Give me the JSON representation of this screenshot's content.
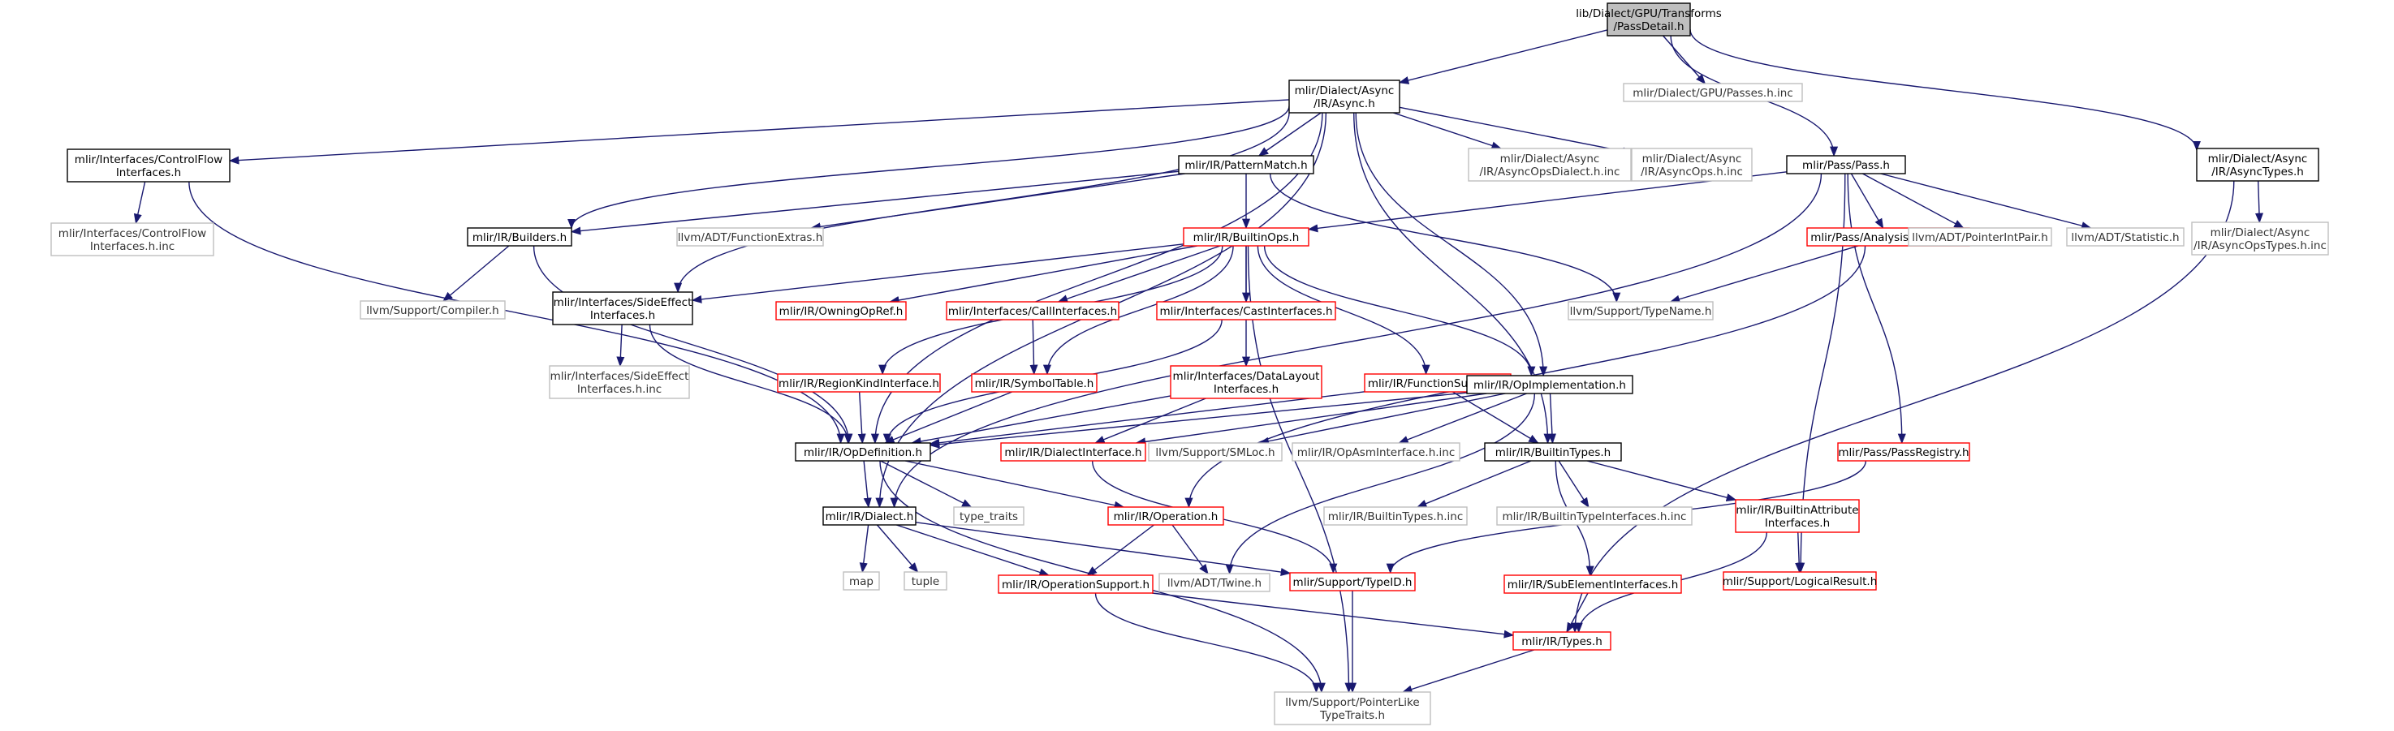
{
  "colors": {
    "black_border": "#000000",
    "gray_border": "#bfbfbf",
    "red_border": "#ff0000",
    "root_fill": "#bfbfbf",
    "edge": "#191970",
    "text_dark": "#000000",
    "text_gray": "#333333"
  },
  "nodes": [
    {
      "id": "root",
      "style": "root",
      "lines": [
        "lib/Dialect/GPU/Transforms",
        "/PassDetail.h"
      ]
    },
    {
      "id": "async",
      "style": "black",
      "lines": [
        "mlir/Dialect/Async",
        "/IR/Async.h"
      ]
    },
    {
      "id": "gpupasses",
      "style": "gray",
      "lines": [
        "mlir/Dialect/GPU/Passes.h.inc"
      ]
    },
    {
      "id": "cflow",
      "style": "black",
      "lines": [
        "mlir/Interfaces/ControlFlow",
        "Interfaces.h"
      ]
    },
    {
      "id": "cflowinc",
      "style": "gray",
      "lines": [
        "mlir/Interfaces/ControlFlow",
        "Interfaces.h.inc"
      ]
    },
    {
      "id": "patternmatch",
      "style": "black",
      "lines": [
        "mlir/IR/PatternMatch.h"
      ]
    },
    {
      "id": "asyncdialectinc",
      "style": "gray",
      "lines": [
        "mlir/Dialect/Async",
        "/IR/AsyncOpsDialect.h.inc"
      ]
    },
    {
      "id": "asyncopsinc",
      "style": "gray",
      "lines": [
        "mlir/Dialect/Async",
        "/IR/AsyncOps.h.inc"
      ]
    },
    {
      "id": "pass",
      "style": "black",
      "lines": [
        "mlir/Pass/Pass.h"
      ]
    },
    {
      "id": "asynctypes",
      "style": "black",
      "lines": [
        "mlir/Dialect/Async",
        "/IR/AsyncTypes.h"
      ]
    },
    {
      "id": "builders",
      "style": "black",
      "lines": [
        "mlir/IR/Builders.h"
      ]
    },
    {
      "id": "funcextras",
      "style": "gray",
      "lines": [
        "llvm/ADT/FunctionExtras.h"
      ]
    },
    {
      "id": "builtinops",
      "style": "red",
      "lines": [
        "mlir/IR/BuiltinOps.h"
      ]
    },
    {
      "id": "analysismgr",
      "style": "red",
      "lines": [
        "mlir/Pass/AnalysisManager.h"
      ]
    },
    {
      "id": "pointerintpair",
      "style": "gray",
      "lines": [
        "llvm/ADT/PointerIntPair.h"
      ]
    },
    {
      "id": "statistic",
      "style": "gray",
      "lines": [
        "llvm/ADT/Statistic.h"
      ]
    },
    {
      "id": "asyncopstypesinc",
      "style": "gray",
      "lines": [
        "mlir/Dialect/Async",
        "/IR/AsyncOpsTypes.h.inc"
      ]
    },
    {
      "id": "compiler",
      "style": "gray",
      "lines": [
        "llvm/Support/Compiler.h"
      ]
    },
    {
      "id": "sideeffect",
      "style": "black",
      "lines": [
        "mlir/Interfaces/SideEffect",
        "Interfaces.h"
      ]
    },
    {
      "id": "owningopref",
      "style": "red",
      "lines": [
        "mlir/IR/OwningOpRef.h"
      ]
    },
    {
      "id": "callinterfaces",
      "style": "red",
      "lines": [
        "mlir/Interfaces/CallInterfaces.h"
      ]
    },
    {
      "id": "castinterfaces",
      "style": "red",
      "lines": [
        "mlir/Interfaces/CastInterfaces.h"
      ]
    },
    {
      "id": "typename",
      "style": "gray",
      "lines": [
        "llvm/Support/TypeName.h"
      ]
    },
    {
      "id": "sideeffectinc",
      "style": "gray",
      "lines": [
        "mlir/Interfaces/SideEffect",
        "Interfaces.h.inc"
      ]
    },
    {
      "id": "regionkind",
      "style": "red",
      "lines": [
        "mlir/IR/RegionKindInterface.h"
      ]
    },
    {
      "id": "symboltable",
      "style": "red",
      "lines": [
        "mlir/IR/SymbolTable.h"
      ]
    },
    {
      "id": "datalayout",
      "style": "red",
      "lines": [
        "mlir/Interfaces/DataLayout",
        "Interfaces.h"
      ]
    },
    {
      "id": "funcsupport",
      "style": "red",
      "lines": [
        "mlir/IR/FunctionSupport.h"
      ]
    },
    {
      "id": "opimpl",
      "style": "black",
      "lines": [
        "mlir/IR/OpImplementation.h"
      ]
    },
    {
      "id": "opdef",
      "style": "black",
      "lines": [
        "mlir/IR/OpDefinition.h"
      ]
    },
    {
      "id": "dialectinterface",
      "style": "red",
      "lines": [
        "mlir/IR/DialectInterface.h"
      ]
    },
    {
      "id": "smloc",
      "style": "gray",
      "lines": [
        "llvm/Support/SMLoc.h"
      ]
    },
    {
      "id": "opasminc",
      "style": "gray",
      "lines": [
        "mlir/IR/OpAsmInterface.h.inc"
      ]
    },
    {
      "id": "builtintypes",
      "style": "black",
      "lines": [
        "mlir/IR/BuiltinTypes.h"
      ]
    },
    {
      "id": "passregistry",
      "style": "red",
      "lines": [
        "mlir/Pass/PassRegistry.h"
      ]
    },
    {
      "id": "dialect",
      "style": "black",
      "lines": [
        "mlir/IR/Dialect.h"
      ]
    },
    {
      "id": "typetraits",
      "style": "gray",
      "lines": [
        "type_traits"
      ]
    },
    {
      "id": "operation",
      "style": "red",
      "lines": [
        "mlir/IR/Operation.h"
      ]
    },
    {
      "id": "builtintypesinc",
      "style": "gray",
      "lines": [
        "mlir/IR/BuiltinTypes.h.inc"
      ]
    },
    {
      "id": "builtintypeinterfacesinc",
      "style": "gray",
      "lines": [
        "mlir/IR/BuiltinTypeInterfaces.h.inc"
      ]
    },
    {
      "id": "builtinattrinterfaces",
      "style": "red",
      "lines": [
        "mlir/IR/BuiltinAttribute",
        "Interfaces.h"
      ]
    },
    {
      "id": "map",
      "style": "gray",
      "lines": [
        "map"
      ]
    },
    {
      "id": "tuple",
      "style": "gray",
      "lines": [
        "tuple"
      ]
    },
    {
      "id": "opsupport",
      "style": "red",
      "lines": [
        "mlir/IR/OperationSupport.h"
      ]
    },
    {
      "id": "twine",
      "style": "gray",
      "lines": [
        "llvm/ADT/Twine.h"
      ]
    },
    {
      "id": "typeid",
      "style": "red",
      "lines": [
        "mlir/Support/TypeID.h"
      ]
    },
    {
      "id": "subelement",
      "style": "red",
      "lines": [
        "mlir/IR/SubElementInterfaces.h"
      ]
    },
    {
      "id": "logicalresult",
      "style": "red",
      "lines": [
        "mlir/Support/LogicalResult.h"
      ]
    },
    {
      "id": "types",
      "style": "red",
      "lines": [
        "mlir/IR/Types.h"
      ]
    },
    {
      "id": "pointerlike",
      "style": "gray",
      "lines": [
        "llvm/Support/PointerLike",
        "TypeTraits.h"
      ]
    }
  ],
  "edges": [
    [
      "root",
      "async"
    ],
    [
      "root",
      "gpupasses"
    ],
    [
      "root",
      "pass"
    ],
    [
      "root",
      "asynctypes"
    ],
    [
      "async",
      "cflow"
    ],
    [
      "async",
      "patternmatch"
    ],
    [
      "async",
      "asyncdialectinc"
    ],
    [
      "async",
      "asyncopsinc"
    ],
    [
      "async",
      "builders"
    ],
    [
      "async",
      "sideeffect"
    ],
    [
      "async",
      "opdef"
    ],
    [
      "async",
      "dialect"
    ],
    [
      "async",
      "opimpl"
    ],
    [
      "async",
      "builtintypes"
    ],
    [
      "cflow",
      "cflowinc"
    ],
    [
      "cflow",
      "opdef"
    ],
    [
      "patternmatch",
      "builders"
    ],
    [
      "patternmatch",
      "funcextras"
    ],
    [
      "patternmatch",
      "builtinops"
    ],
    [
      "patternmatch",
      "typename"
    ],
    [
      "pass",
      "builtinops"
    ],
    [
      "pass",
      "analysismgr"
    ],
    [
      "pass",
      "pointerintpair"
    ],
    [
      "pass",
      "statistic"
    ],
    [
      "pass",
      "passregistry"
    ],
    [
      "pass",
      "logicalresult"
    ],
    [
      "pass",
      "dialect"
    ],
    [
      "asynctypes",
      "asyncopstypesinc"
    ],
    [
      "asynctypes",
      "types"
    ],
    [
      "builders",
      "compiler"
    ],
    [
      "builders",
      "opdef"
    ],
    [
      "builtinops",
      "sideeffect"
    ],
    [
      "builtinops",
      "owningopref"
    ],
    [
      "builtinops",
      "callinterfaces"
    ],
    [
      "builtinops",
      "castinterfaces"
    ],
    [
      "builtinops",
      "regionkind"
    ],
    [
      "builtinops",
      "symboltable"
    ],
    [
      "builtinops",
      "datalayout"
    ],
    [
      "builtinops",
      "funcsupport"
    ],
    [
      "builtinops",
      "opimpl"
    ],
    [
      "builtinops",
      "pointerlike"
    ],
    [
      "analysismgr",
      "typename"
    ],
    [
      "analysismgr",
      "operation"
    ],
    [
      "sideeffect",
      "sideeffectinc"
    ],
    [
      "sideeffect",
      "opdef"
    ],
    [
      "callinterfaces",
      "symboltable"
    ],
    [
      "castinterfaces",
      "opdef"
    ],
    [
      "regionkind",
      "opdef"
    ],
    [
      "symboltable",
      "opdef"
    ],
    [
      "datalayout",
      "opdef"
    ],
    [
      "datalayout",
      "dialectinterface"
    ],
    [
      "funcsupport",
      "opdef"
    ],
    [
      "funcsupport",
      "builtintypes"
    ],
    [
      "opimpl",
      "opdef"
    ],
    [
      "opimpl",
      "dialectinterface"
    ],
    [
      "opimpl",
      "smloc"
    ],
    [
      "opimpl",
      "opasminc"
    ],
    [
      "opimpl",
      "builtintypes"
    ],
    [
      "opimpl",
      "twine"
    ],
    [
      "opdef",
      "dialect"
    ],
    [
      "opdef",
      "typetraits"
    ],
    [
      "opdef",
      "operation"
    ],
    [
      "opdef",
      "pointerlike"
    ],
    [
      "dialectinterface",
      "typeid"
    ],
    [
      "builtintypes",
      "builtintypesinc"
    ],
    [
      "builtintypes",
      "builtintypeinterfacesinc"
    ],
    [
      "builtintypes",
      "builtinattrinterfaces"
    ],
    [
      "builtintypes",
      "subelement"
    ],
    [
      "passregistry",
      "typeid"
    ],
    [
      "dialect",
      "map"
    ],
    [
      "dialect",
      "tuple"
    ],
    [
      "dialect",
      "opsupport"
    ],
    [
      "dialect",
      "typeid"
    ],
    [
      "operation",
      "opsupport"
    ],
    [
      "operation",
      "twine"
    ],
    [
      "builtinattrinterfaces",
      "logicalresult"
    ],
    [
      "builtinattrinterfaces",
      "types"
    ],
    [
      "opsupport",
      "types"
    ],
    [
      "opsupport",
      "pointerlike"
    ],
    [
      "typeid",
      "pointerlike"
    ],
    [
      "subelement",
      "types"
    ],
    [
      "types",
      "pointerlike"
    ]
  ]
}
